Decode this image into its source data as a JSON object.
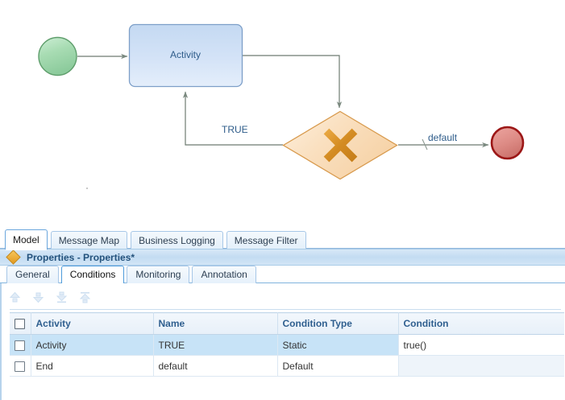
{
  "diagram": {
    "nodes": [
      {
        "id": "start",
        "type": "start-event",
        "label": ""
      },
      {
        "id": "activity",
        "type": "activity",
        "label": "Activity"
      },
      {
        "id": "decision",
        "type": "exclusive-gateway",
        "label": ""
      },
      {
        "id": "end",
        "type": "end-event",
        "label": ""
      }
    ],
    "flows": [
      {
        "from": "start",
        "to": "activity",
        "label": ""
      },
      {
        "from": "activity",
        "to": "decision",
        "label": ""
      },
      {
        "from": "decision",
        "to": "activity",
        "label": "TRUE"
      },
      {
        "from": "decision",
        "to": "end",
        "label": "default"
      }
    ],
    "colors": {
      "start_fill": "#a6dcb0",
      "start_stroke": "#5f9e6c",
      "activity_fill_top": "#c3d9f3",
      "activity_fill_bottom": "#dfeaf8",
      "activity_stroke": "#7d9fc8",
      "gateway_fill": "#fbe3c6",
      "gateway_stroke": "#d89a4d",
      "gateway_mark": "#d98f21",
      "end_fill": "#e08b87",
      "end_stroke": "#a01818",
      "connector": "#6e7b72",
      "label_text": "#2e5c8a"
    }
  },
  "editor_tabs": {
    "items": [
      {
        "label": "Model",
        "active": true
      },
      {
        "label": "Message Map",
        "active": false
      },
      {
        "label": "Business Logging",
        "active": false
      },
      {
        "label": "Message Filter",
        "active": false
      }
    ]
  },
  "properties_panel": {
    "icon": "diamond-icon",
    "title": "Properties - Properties*",
    "tabs": [
      {
        "label": "General",
        "active": false
      },
      {
        "label": "Conditions",
        "active": true
      },
      {
        "label": "Monitoring",
        "active": false
      },
      {
        "label": "Annotation",
        "active": false
      }
    ],
    "toolbar": [
      {
        "name": "move-up-icon",
        "tooltip": "Move Up",
        "enabled": false
      },
      {
        "name": "move-down-icon",
        "tooltip": "Move Down",
        "enabled": false
      },
      {
        "name": "move-to-bottom-icon",
        "tooltip": "Move To Bottom",
        "enabled": false
      },
      {
        "name": "move-to-top-icon",
        "tooltip": "Move To Top",
        "enabled": false
      }
    ],
    "grid": {
      "columns": [
        "Activity",
        "Name",
        "Condition Type",
        "Condition"
      ],
      "rows": [
        {
          "checked": false,
          "selected": true,
          "activity": "Activity",
          "name": "TRUE",
          "condition_type": "Static",
          "condition": "true()"
        },
        {
          "checked": false,
          "selected": false,
          "activity": "End",
          "name": "default",
          "condition_type": "Default",
          "condition": ""
        }
      ]
    }
  }
}
